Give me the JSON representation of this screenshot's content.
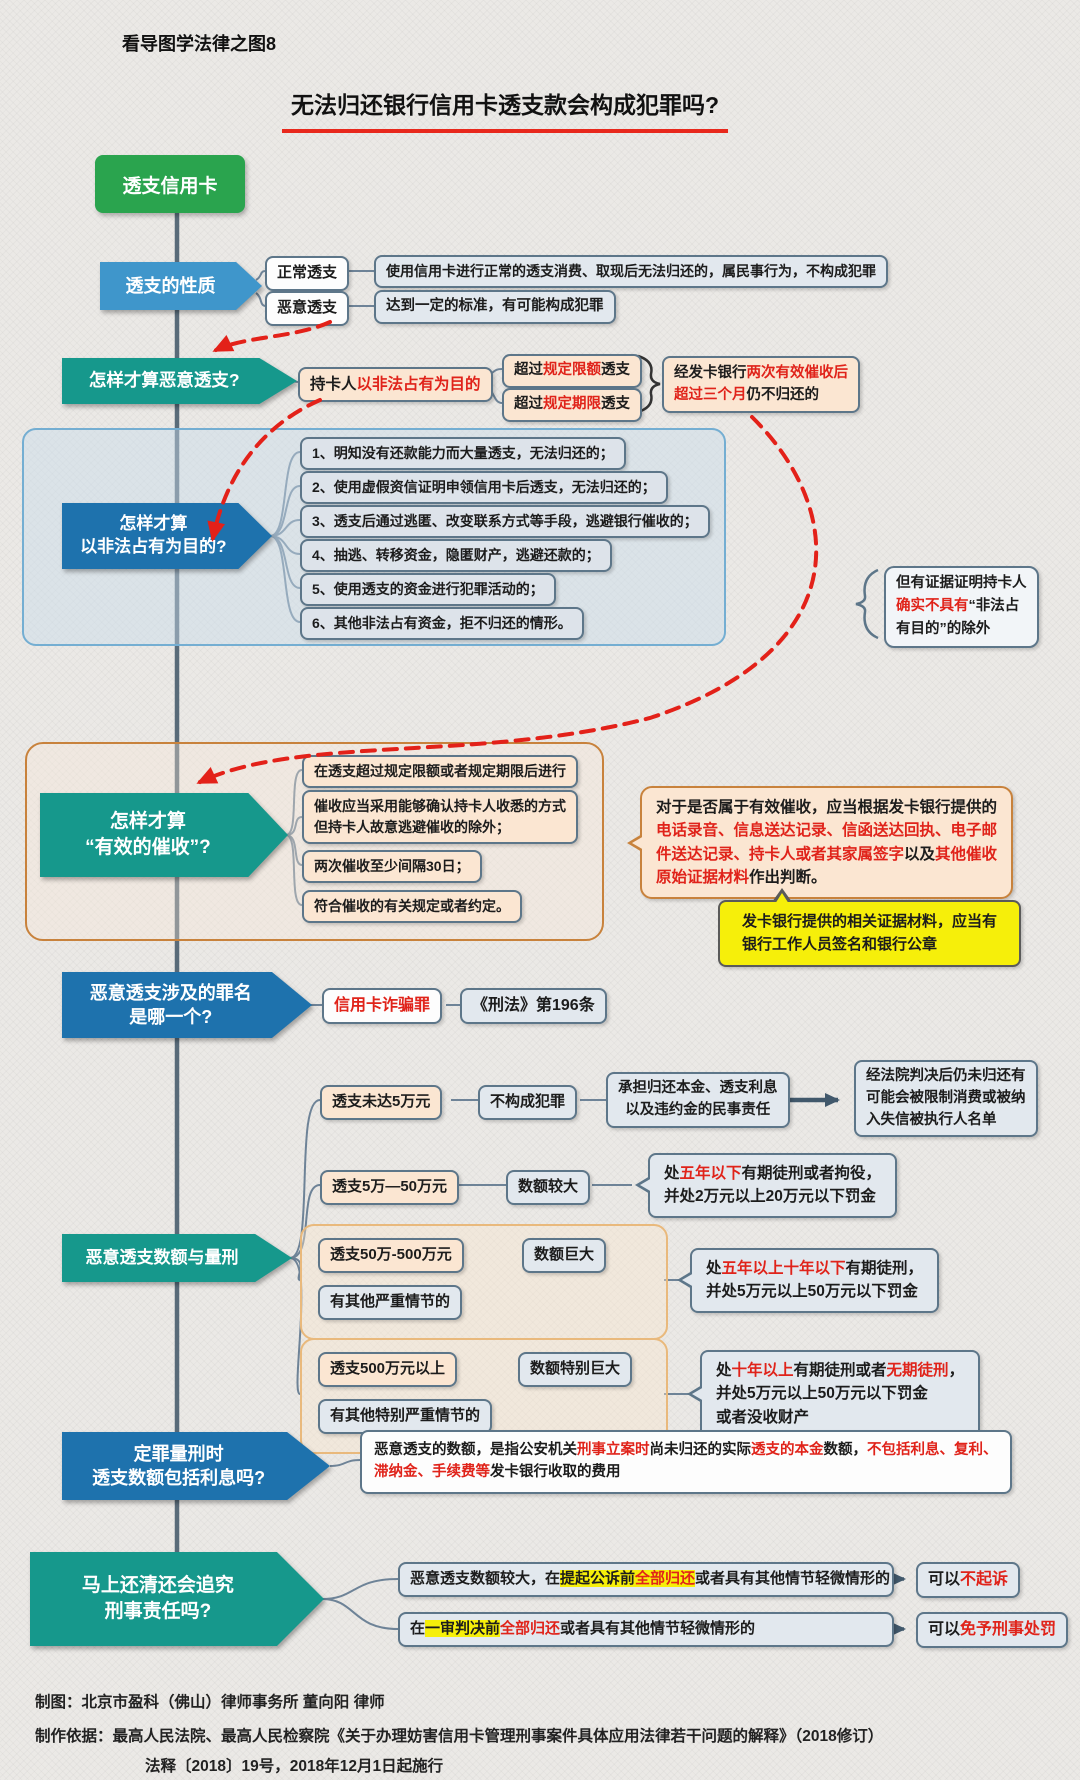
{
  "colors": {
    "accent_red": "#e0231a",
    "node_teal": "#16988c",
    "node_blue": "#1e72ad",
    "node_lightblue": "#3f96cb",
    "root_green": "#2aa44e",
    "highlight_yellow": "#f6ef0a",
    "underline_red": "#e8281c"
  },
  "header": {
    "series": "看导图学法律之图8",
    "title": "无法归还银行信用卡透支款会构成犯罪吗?"
  },
  "root": {
    "label": "透支信用卡"
  },
  "nature": {
    "node": "透支的性质",
    "normal_label": "正常透支",
    "normal_desc": "使用信用卡进行正常的透支消费、取现后无法归还的，属民事行为，不构成犯罪",
    "malicious_label": "恶意透支",
    "malicious_desc": "达到一定的标准，有可能构成犯罪"
  },
  "malicious_def": {
    "node": "怎样才算恶意透支?",
    "holder_segments": [
      {
        "t": "持卡人"
      },
      {
        "t": "以非法占有为目的",
        "c": "red"
      }
    ],
    "over_limit_segments": [
      {
        "t": "超过"
      },
      {
        "t": "规定限额",
        "c": "red"
      },
      {
        "t": "透支"
      }
    ],
    "over_term_segments": [
      {
        "t": "超过"
      },
      {
        "t": "规定期限",
        "c": "red"
      },
      {
        "t": "透支"
      }
    ],
    "collection_segments": [
      {
        "t": "经发卡银行"
      },
      {
        "t": "两次有效催收后",
        "c": "red"
      },
      {
        "br": true
      },
      {
        "t": "超过三个月",
        "c": "red"
      },
      {
        "t": "仍不归还的"
      }
    ]
  },
  "illegal_purpose": {
    "node_line1": "怎样才算",
    "node_line2": "以非法占有为目的?",
    "items": [
      "1、明知没有还款能力而大量透支，无法归还的；",
      "2、使用虚假资信证明申领信用卡后透支，无法归还的；",
      "3、透支后通过逃匿、改变联系方式等手段，逃避银行催收的；",
      "4、抽逃、转移资金，隐匿财产，逃避还款的；",
      "5、使用透支的资金进行犯罪活动的；",
      "6、其他非法占有资金，拒不归还的情形。"
    ],
    "exception_segments": [
      {
        "t": "但有证据证明持卡人"
      },
      {
        "br": true
      },
      {
        "t": "确实不具有",
        "c": "red"
      },
      {
        "t": "“非法占"
      },
      {
        "br": true
      },
      {
        "t": "有目的”的除外"
      }
    ]
  },
  "effective_collection": {
    "node_line1": "怎样才算",
    "node_line2": "“有效的催收”?",
    "items": [
      [
        {
          "t": "在透支超过规定限额或者规定期限后进行"
        }
      ],
      [
        {
          "t": "催收应当采用能够确认持卡人收悉的方式"
        },
        {
          "br": true
        },
        {
          "t": "但持卡人故意逃避催收的除外；"
        }
      ],
      [
        {
          "t": "两次催收至少间隔30日；"
        }
      ],
      [
        {
          "t": "符合催收的有关规定或者约定。"
        }
      ]
    ],
    "judge_segments": [
      {
        "t": "对于是否属于有效催收，应当根据发卡银行提供的"
      },
      {
        "br": true
      },
      {
        "t": "电话录音、信息送达记录、信函送达回执、电子邮",
        "c": "red"
      },
      {
        "br": true
      },
      {
        "t": "件送达记录、持卡人或者其家属签字",
        "c": "red"
      },
      {
        "t": "以及"
      },
      {
        "t": "其他催收",
        "c": "red"
      },
      {
        "br": true
      },
      {
        "t": "原始证据材料",
        "c": "red"
      },
      {
        "t": "作出判断。"
      }
    ],
    "note_segments": [
      {
        "t": "发卡银行提供的相关证据材料，应当有"
      },
      {
        "br": true
      },
      {
        "t": "银行工作人员签名和银行公章"
      }
    ]
  },
  "crime_name": {
    "node_line1": "恶意透支涉及的罪名",
    "node_line2": "是哪一个?",
    "crime": "信用卡诈骗罪",
    "law": "《刑法》第196条"
  },
  "sentencing": {
    "node": "恶意透支数额与量刑",
    "row_a": {
      "amount": "透支未达5万元",
      "verdict": "不构成犯罪",
      "liability_segments": [
        {
          "t": "承担归还本金、透支利息"
        },
        {
          "br": true
        },
        {
          "t": "以及违约金的民事责任"
        }
      ],
      "consequence_segments": [
        {
          "t": "经法院判决后仍未归还有"
        },
        {
          "br": true
        },
        {
          "t": "可能会被限制消费或被纳"
        },
        {
          "br": true
        },
        {
          "t": "入失信被执行人名单"
        }
      ]
    },
    "row_b": {
      "amount": "透支5万—50万元",
      "level": "数额较大",
      "penalty_segments": [
        {
          "t": "处"
        },
        {
          "t": "五年以下",
          "c": "red"
        },
        {
          "t": "有期徒刑或者拘役，"
        },
        {
          "br": true
        },
        {
          "t": "并处2万元以上20万元以下罚金"
        }
      ]
    },
    "row_c": {
      "amount": "透支50万-500万元",
      "level": "数额巨大",
      "extra": "有其他严重情节的",
      "penalty_segments": [
        {
          "t": "处"
        },
        {
          "t": "五年以上十年以下",
          "c": "red"
        },
        {
          "t": "有期徒刑，"
        },
        {
          "br": true
        },
        {
          "t": "并处5万元以上50万元以下罚金"
        }
      ]
    },
    "row_d": {
      "amount": "透支500万元以上",
      "level": "数额特别巨大",
      "extra": "有其他特别严重情节的",
      "penalty_segments": [
        {
          "t": "处"
        },
        {
          "t": "十年以上",
          "c": "red"
        },
        {
          "t": "有期徒刑或者"
        },
        {
          "t": "无期徒刑",
          "c": "red"
        },
        {
          "t": "，"
        },
        {
          "br": true
        },
        {
          "t": "并处5万元以上50万元以下罚金"
        },
        {
          "br": true
        },
        {
          "t": "或者没收财产"
        }
      ]
    }
  },
  "interest": {
    "node_line1": "定罪量刑时",
    "node_line2": "透支数额包括利息吗?",
    "desc_segments": [
      {
        "t": "恶意透支的数额，是指公安机关"
      },
      {
        "t": "刑事立案时",
        "c": "red"
      },
      {
        "t": "尚未归还的实际"
      },
      {
        "t": "透支的本金",
        "c": "red"
      },
      {
        "t": "数额，"
      },
      {
        "t": "不包括利息、复利、",
        "c": "red"
      },
      {
        "br": true
      },
      {
        "t": "滞纳金、手续费等",
        "c": "red"
      },
      {
        "t": "发卡银行收取的费用"
      }
    ]
  },
  "repay": {
    "node_line1": "马上还清还会追究",
    "node_line2": "刑事责任吗?",
    "row1_segments": [
      {
        "t": "恶意透支数额较大，在"
      },
      {
        "t": "提起公诉前",
        "c": "hl"
      },
      {
        "t": "全部归还",
        "c": "hlred"
      },
      {
        "t": "或者具有其他情节轻微情形的"
      }
    ],
    "row1_result_segments": [
      {
        "t": "可以"
      },
      {
        "t": "不起诉",
        "c": "red"
      }
    ],
    "row2_segments": [
      {
        "t": "在"
      },
      {
        "t": "一审判决前",
        "c": "hl"
      },
      {
        "t": "全部归还",
        "c": "red"
      },
      {
        "t": "或者具有其他情节轻微情形的"
      }
    ],
    "row2_result_segments": [
      {
        "t": "可以"
      },
      {
        "t": "免予刑事处罚",
        "c": "red"
      }
    ]
  },
  "footer": {
    "line1": "制图：北京市盈科（佛山）律师事务所 董向阳 律师",
    "line2": "制作依据：最高人民法院、最高人民检察院《关于办理妨害信用卡管理刑事案件具体应用法律若干问题的解释》（2018修订）",
    "line3": "法释〔2018〕19号，2018年12月1日起施行"
  }
}
